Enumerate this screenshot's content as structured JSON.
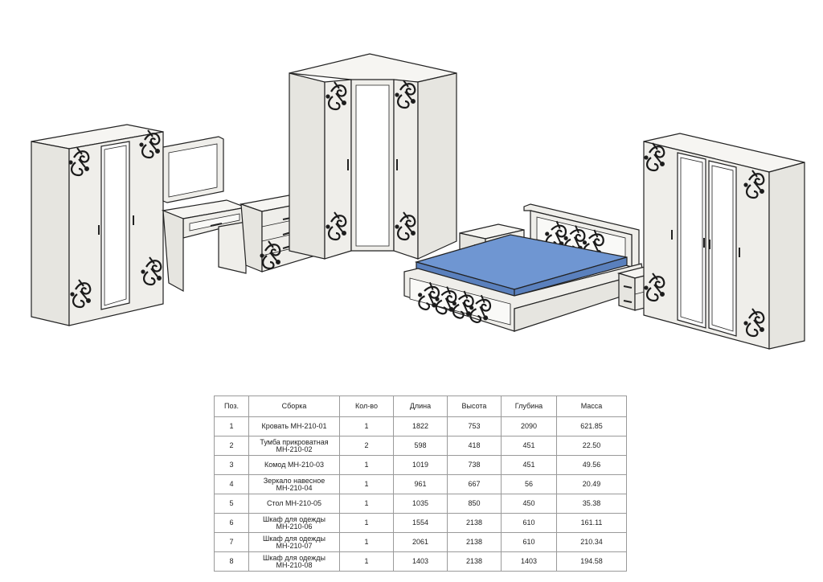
{
  "table": {
    "headers": [
      "Поз.",
      "Сборка",
      "Кол-во",
      "Длина",
      "Высота",
      "Глубина",
      "Масса"
    ],
    "rows": [
      {
        "pos": "1",
        "name": "Кровать МН-210-01",
        "qty": "1",
        "length": "1822",
        "height": "753",
        "depth": "2090",
        "mass": "621.85"
      },
      {
        "pos": "2",
        "name": "Тумба прикроватная МН-210-02",
        "qty": "2",
        "length": "598",
        "height": "418",
        "depth": "451",
        "mass": "22.50"
      },
      {
        "pos": "3",
        "name": "Комод МН-210-03",
        "qty": "1",
        "length": "1019",
        "height": "738",
        "depth": "451",
        "mass": "49.56"
      },
      {
        "pos": "4",
        "name": "Зеркало навесное МН-210-04",
        "qty": "1",
        "length": "961",
        "height": "667",
        "depth": "56",
        "mass": "20.49"
      },
      {
        "pos": "5",
        "name": "Стол МН-210-05",
        "qty": "1",
        "length": "1035",
        "height": "850",
        "depth": "450",
        "mass": "35.38"
      },
      {
        "pos": "6",
        "name": "Шкаф для одежды МН-210-06",
        "qty": "1",
        "length": "1554",
        "height": "2138",
        "depth": "610",
        "mass": "161.11"
      },
      {
        "pos": "7",
        "name": "Шкаф для одежды МН-210-07",
        "qty": "1",
        "length": "2061",
        "height": "2138",
        "depth": "610",
        "mass": "210.34"
      },
      {
        "pos": "8",
        "name": "Шкаф для одежды МН-210-08",
        "qty": "1",
        "length": "1403",
        "height": "2138",
        "depth": "1403",
        "mass": "194.58"
      }
    ]
  },
  "colors": {
    "panel": "#efeeea",
    "edge": "#222222",
    "mattress": "#6f96d2",
    "border": "#9a9a9a"
  }
}
